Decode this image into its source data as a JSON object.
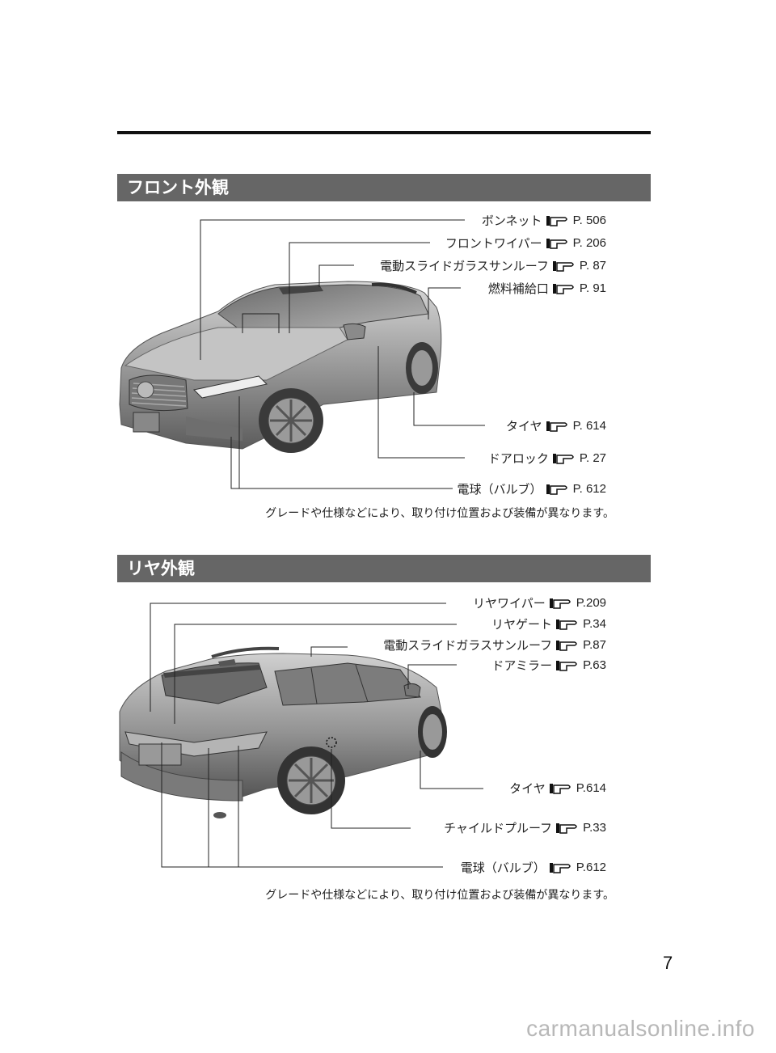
{
  "front": {
    "title": "フロント外観",
    "callouts": [
      {
        "label": "ボンネット",
        "page": "P. 506"
      },
      {
        "label": "フロントワイパー",
        "page": "P. 206"
      },
      {
        "label": "電動スライドガラスサンルーフ",
        "page": "P. 87"
      },
      {
        "label": "燃料補給口",
        "page": "P. 91"
      },
      {
        "label": "タイヤ",
        "page": "P. 614"
      },
      {
        "label": "ドアロック",
        "page": "P. 27"
      },
      {
        "label": "電球（バルブ）",
        "page": "P. 612"
      }
    ],
    "note": "グレードや仕様などにより、取り付け位置および装備が異なります。"
  },
  "rear": {
    "title": "リヤ外観",
    "callouts": [
      {
        "label": "リヤワイパー",
        "page": "P.209"
      },
      {
        "label": "リヤゲート",
        "page": "P.34"
      },
      {
        "label": "電動スライドガラスサンルーフ",
        "page": "P.87"
      },
      {
        "label": "ドアミラー",
        "page": "P.63"
      },
      {
        "label": "タイヤ",
        "page": "P.614"
      },
      {
        "label": "チャイルドプルーフ",
        "page": "P.33"
      },
      {
        "label": "電球（バルブ）",
        "page": "P.612"
      }
    ],
    "note": "グレードや仕様などにより、取り付け位置および装備が異なります。"
  },
  "page_number": "7",
  "watermark": "carmanualsonline.info"
}
